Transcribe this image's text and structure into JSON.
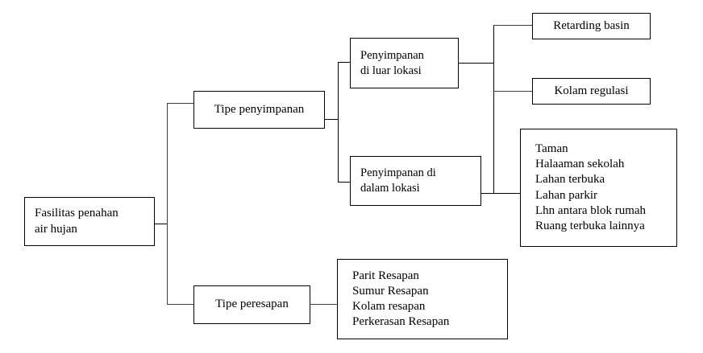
{
  "diagram": {
    "title": "Fasilitas penahan air hujan",
    "type": "hierarchy-tree",
    "orientation": "left-to-right",
    "colors": {
      "box_border": "#000000",
      "connector": "#3d3d3d",
      "background": "#ffffff",
      "text": "#000000"
    },
    "nodes": {
      "root": {
        "name": "root-node",
        "lines": [
          "Fasilitas penahan",
          "air hujan"
        ],
        "line1": "Fasilitas penahan",
        "line2": "air hujan"
      },
      "tipe_penyimpanan": {
        "name": "tipe-penyimpanan-node",
        "label": "Tipe penyimpanan"
      },
      "tipe_peresapan": {
        "name": "tipe-peresapan-node",
        "label": "Tipe peresapan"
      },
      "penyimpanan_luar": {
        "name": "penyimpanan-di-luar-lokasi-node",
        "line1": "Penyimpanan",
        "line2": "di luar lokasi"
      },
      "penyimpanan_dalam": {
        "name": "penyimpanan-di-dalam-lokasi-node",
        "line1": "Penyimpanan di",
        "line2": "dalam lokasi"
      },
      "retarding_basin": {
        "name": "retarding-basin-node",
        "label": "Retarding basin"
      },
      "kolam_regulasi": {
        "name": "kolam-regulasi-node",
        "label": "Kolam regulasi"
      },
      "taman_list": {
        "name": "taman-list-node",
        "items": [
          "Taman",
          "Halaaman sekolah",
          "Lahan terbuka",
          "Lahan parkir",
          "Lhn antara blok rumah",
          "Ruang terbuka lainnya"
        ],
        "item0": "Taman",
        "item1": "Halaaman sekolah",
        "item2": "Lahan terbuka",
        "item3": "Lahan parkir",
        "item4": "Lhn antara blok rumah",
        "item5": "Ruang terbuka lainnya"
      },
      "resapan_list": {
        "name": "resapan-list-node",
        "items": [
          "Parit Resapan",
          "Sumur Resapan",
          "Kolam resapan",
          "Perkerasan Resapan"
        ],
        "item0": "Parit Resapan",
        "item1": "Sumur Resapan",
        "item2": "Kolam resapan",
        "item3": "Perkerasan Resapan"
      }
    },
    "edges": [
      {
        "from": "root",
        "to": "tipe_penyimpanan"
      },
      {
        "from": "root",
        "to": "tipe_peresapan"
      },
      {
        "from": "tipe_penyimpanan",
        "to": "penyimpanan_luar"
      },
      {
        "from": "tipe_penyimpanan",
        "to": "penyimpanan_dalam"
      },
      {
        "from": "penyimpanan_luar",
        "to": "retarding_basin"
      },
      {
        "from": "penyimpanan_luar",
        "to": "kolam_regulasi"
      },
      {
        "from": "penyimpanan_dalam",
        "to": "taman_list"
      },
      {
        "from": "tipe_peresapan",
        "to": "resapan_list"
      }
    ]
  }
}
